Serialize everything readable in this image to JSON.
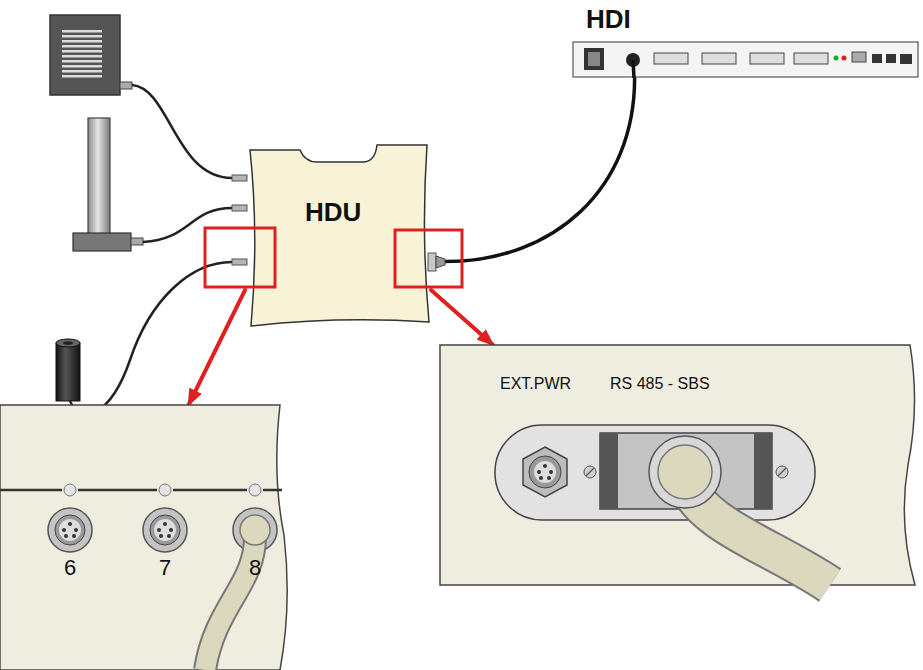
{
  "diagram": {
    "nodes": [
      {
        "text": [
          "HDI"
        ]
      },
      {
        "text": [
          "HDU"
        ]
      },
      {
        "text": [
          "6",
          "7",
          "8"
        ]
      },
      {
        "text": [
          "EXT.PWR",
          "RS 485 - SBS"
        ]
      }
    ],
    "edges": [
      {
        "from": 1,
        "to": 0,
        "arrow": "none"
      },
      {
        "from": 1,
        "to": 2,
        "arrow": "to"
      },
      {
        "from": 1,
        "to": 3,
        "arrow": "to"
      }
    ]
  }
}
